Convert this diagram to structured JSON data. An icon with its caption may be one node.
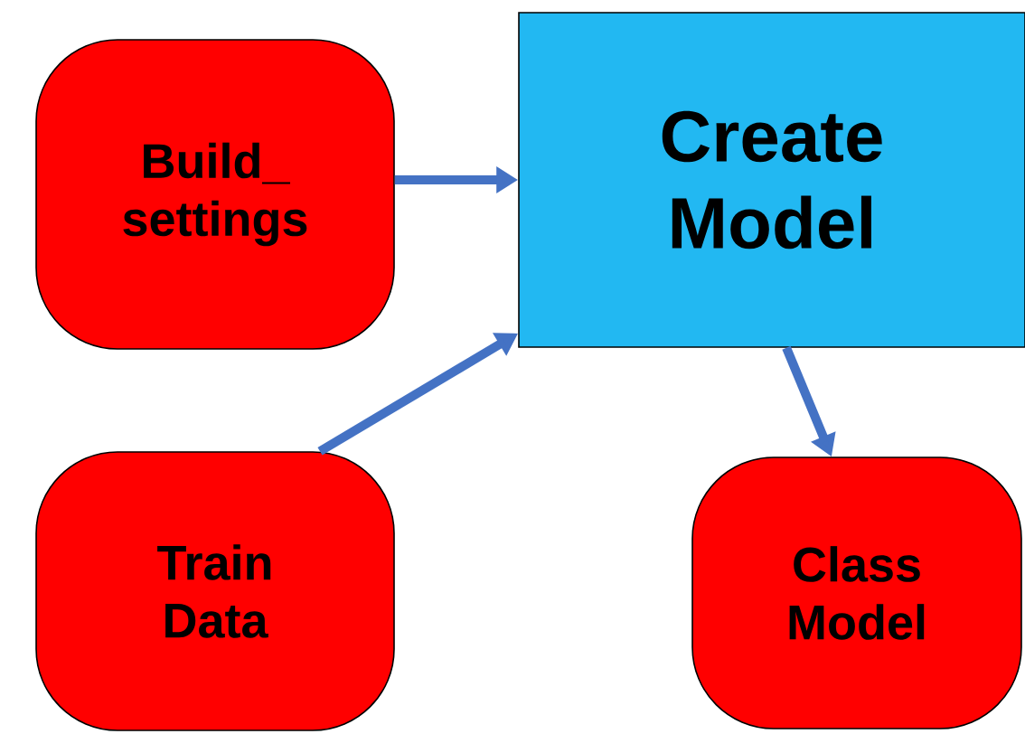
{
  "diagram": {
    "nodes": [
      {
        "text": [
          "Build_ settings"
        ]
      },
      {
        "text": [
          "Create Model"
        ]
      },
      {
        "text": [
          "Train Data"
        ]
      },
      {
        "text": [
          "Class Model"
        ]
      }
    ],
    "edges": [
      {
        "from": 0,
        "to": 1,
        "arrow": "to"
      },
      {
        "from": 2,
        "to": 1,
        "arrow": "to"
      },
      {
        "from": 1,
        "to": 3,
        "arrow": "to"
      }
    ]
  }
}
